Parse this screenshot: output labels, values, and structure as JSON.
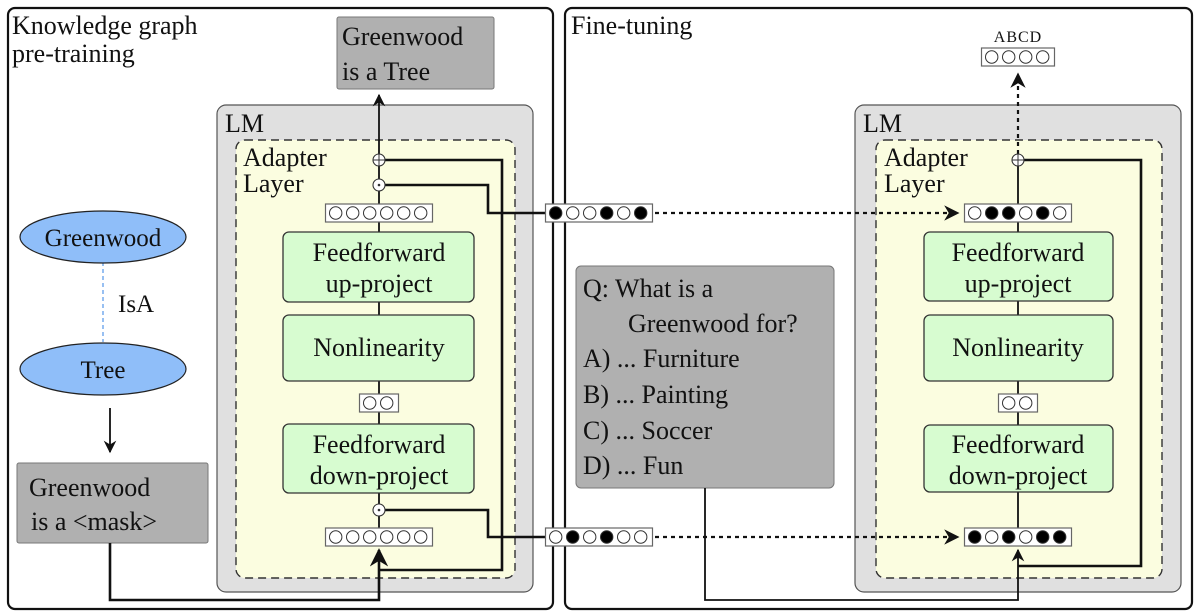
{
  "figure": {
    "left_panel": {
      "title_line1": "Knowledge graph",
      "title_line2": "pre-training",
      "output": {
        "line1": "Greenwood",
        "line2": "is a Tree"
      },
      "graph": {
        "node_top": "Greenwood",
        "edge_label": "IsA",
        "node_bottom": "Tree"
      },
      "input": {
        "line1": "Greenwood",
        "line2": "is  a <mask>"
      },
      "lm_label": "LM",
      "adapter_line1": "Adapter",
      "adapter_line2": "Layer",
      "up_project": {
        "line1": "Feedforward",
        "line2": "up-project"
      },
      "nonlinearity": "Nonlinearity",
      "down_project": {
        "line1": "Feedforward",
        "line2": "down-project"
      },
      "vec_top": [
        0,
        0,
        0,
        0,
        0,
        0
      ],
      "vec_mid": [
        0,
        0
      ],
      "vec_bottom": [
        0,
        0,
        0,
        0,
        0,
        0
      ],
      "op_add": "⊕",
      "op_mul": "⊙"
    },
    "transfer": {
      "vec_upper": [
        1,
        0,
        0,
        1,
        0,
        1
      ],
      "vec_lower": [
        0,
        1,
        0,
        1,
        0,
        0
      ]
    },
    "right_panel": {
      "title": "Fine-tuning",
      "answer_labels": "ABCD",
      "answer_vec": [
        0,
        0,
        0,
        0
      ],
      "question": {
        "q_line1": "Q: What is a",
        "q_line2": "Greenwood for?",
        "options": [
          "A) ...  Furniture",
          "B) ...  Painting",
          "C) ...  Soccer",
          "D) ...  Fun"
        ]
      },
      "lm_label": "LM",
      "adapter_line1": "Adapter",
      "adapter_line2": "Layer",
      "up_project": {
        "line1": "Feedforward",
        "line2": "up-project"
      },
      "nonlinearity": "Nonlinearity",
      "down_project": {
        "line1": "Feedforward",
        "line2": "down-project"
      },
      "vec_top": [
        0,
        1,
        1,
        0,
        1,
        0
      ],
      "vec_mid": [
        0,
        0
      ],
      "vec_bottom": [
        1,
        0,
        1,
        0,
        1,
        1
      ],
      "op_add": "⊕"
    }
  }
}
